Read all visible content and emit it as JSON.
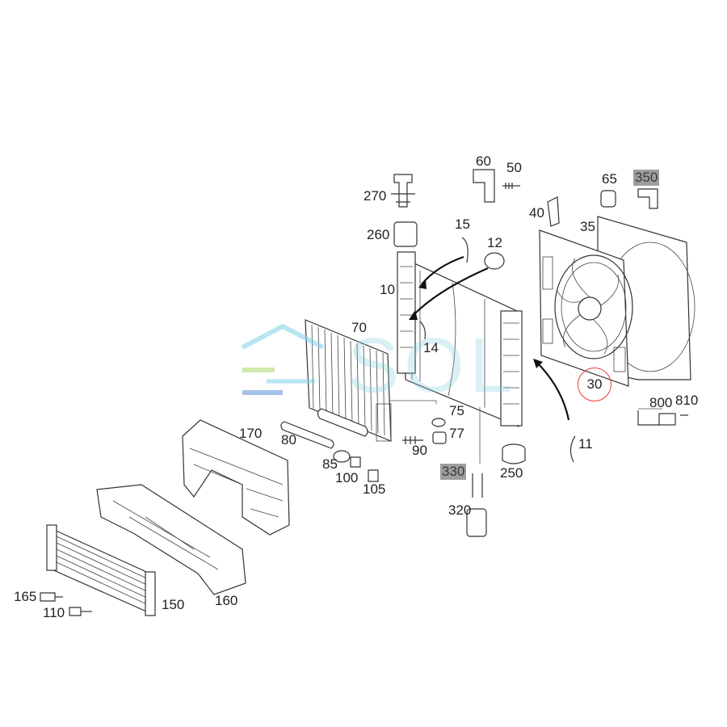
{
  "diagram": {
    "labels": {
      "p60": "60",
      "p50": "50",
      "p270": "270",
      "p65": "65",
      "p350": "350",
      "p40": "40",
      "p35": "35",
      "p15": "15",
      "p12": "12",
      "p260": "260",
      "p10": "10",
      "p70": "70",
      "p14": "14",
      "p30": "30",
      "p800": "800",
      "p810": "810",
      "p75": "75",
      "p170": "170",
      "p80": "80",
      "p77": "77",
      "p90": "90",
      "p11": "11",
      "p85": "85",
      "p330": "330",
      "p250": "250",
      "p100": "100",
      "p105": "105",
      "p320": "320",
      "p165": "165",
      "p150": "150",
      "p110": "110",
      "p160": "160"
    },
    "highlighted": [
      "350",
      "330"
    ],
    "circled": [
      "30"
    ],
    "circle_color": "#e53935",
    "highlight_color": "#9e9e9e"
  },
  "watermark": {
    "text": "SOL",
    "logo": "sol-logo-icon",
    "colors": [
      "#7fd0e8",
      "#a8d86e",
      "#5a8fd8"
    ]
  }
}
